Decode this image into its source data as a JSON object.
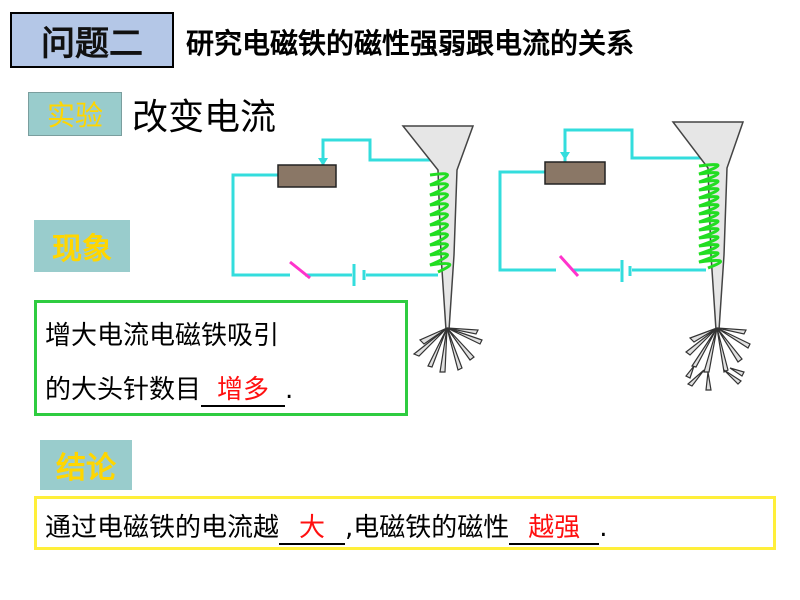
{
  "header": {
    "tag": "问题二",
    "title": "研究电磁铁的磁性强弱跟电流的关系"
  },
  "experiment": {
    "tag": "实验",
    "text": "改变电流"
  },
  "phenomenon": {
    "tag": "现象",
    "line1": "增大电流电磁铁吸引",
    "line2_prefix": "的大头针数目",
    "line2_answer": "增多",
    "line2_suffix": "."
  },
  "conclusion": {
    "tag": "结论",
    "prefix": "通过电磁铁的电流越",
    "answer1": "大",
    "middle": ",电磁铁的磁性",
    "answer2": "越强",
    "suffix": "."
  },
  "colors": {
    "wire": "#33dddd",
    "coil": "#22dd22",
    "answer": "#ff1010",
    "switch": "#ff33cc"
  }
}
